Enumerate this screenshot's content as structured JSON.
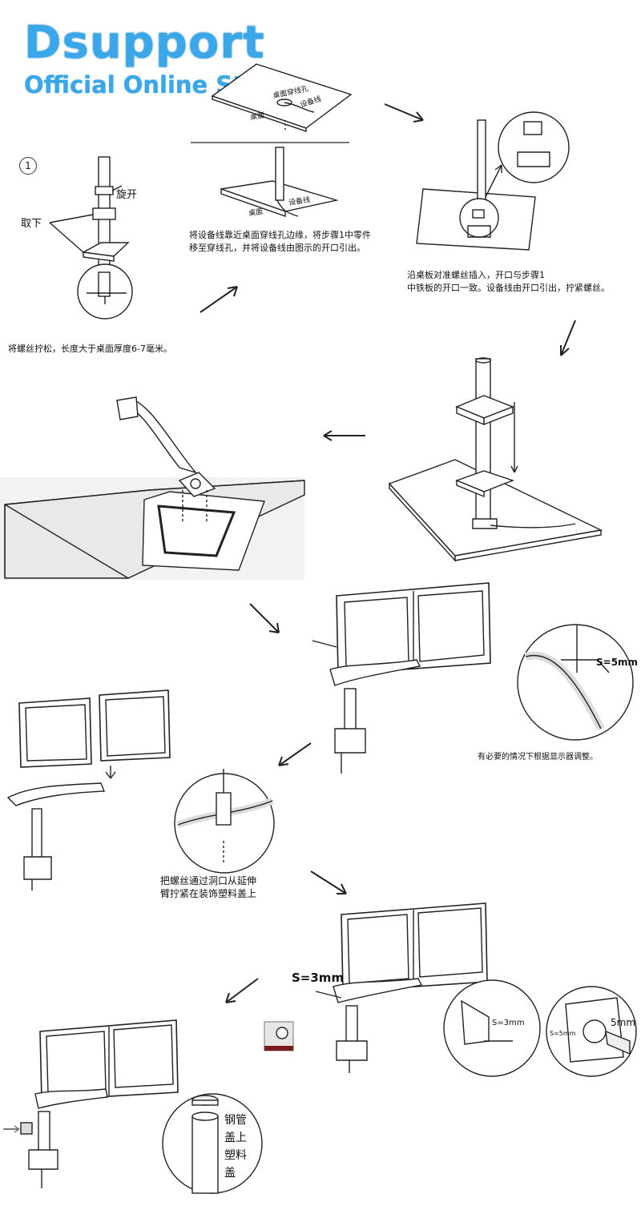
{
  "brand": {
    "name": "Dsupport",
    "subtitle": "Official Online Store"
  },
  "step1": {
    "number": "1",
    "label_unscrew": "旋开",
    "label_remove": "取下",
    "caption": "将螺丝拧松，长度大于桌面厚度6-7毫米。"
  },
  "step2": {
    "hole_label": "桌面穿线孔",
    "cable_label": "设备线",
    "desk_label": "桌面",
    "desk_label2": "桌面",
    "cable_label2": "设备线",
    "caption_line1": "将设备线靠近桌面穿线孔边缘，将步骤1中零件",
    "caption_line2": "移至穿线孔，并将设备线由图示的开口引出。"
  },
  "step3": {
    "caption_line1": "沿桌板对准螺丝插入，开口与步骤1",
    "caption_line2": "中铁板的开口一致。设备线由开口引出，拧紧螺丝。"
  },
  "step6": {
    "wrench_label": "S=5mm",
    "caption": "有必要的情况下根据显示器调整。"
  },
  "step7": {
    "caption_line1": "把螺丝通过洞口从延伸",
    "caption_line2": "臂拧紧在装饰塑料盖上"
  },
  "step8": {
    "wrench_label": "S=3mm",
    "detail_label_a": "S=3mm",
    "detail_label_b": "S=5mm",
    "detail_label_c": "5mm"
  },
  "step9": {
    "cap_label_1": "钢管",
    "cap_label_2": "盖上",
    "cap_label_3": "塑料",
    "cap_label_4": "盖"
  },
  "colors": {
    "brand": "#3aa7e8",
    "line": "#222222",
    "desk_gray": "#bdbdbd"
  }
}
